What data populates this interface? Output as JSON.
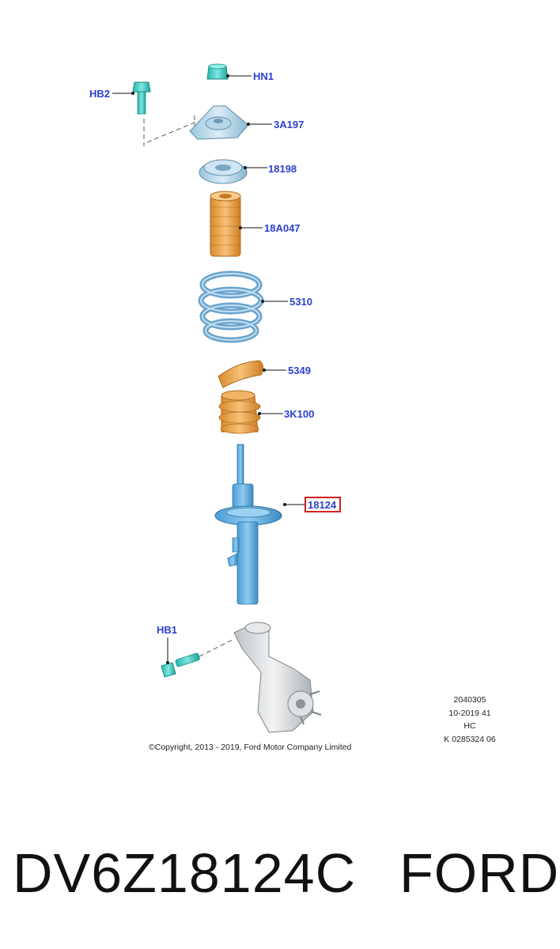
{
  "callouts": {
    "hn1": "HN1",
    "hb2": "HB2",
    "a3a197": "3A197",
    "p18198": "18198",
    "p18a047": "18A047",
    "p5310": "5310",
    "p5349": "5349",
    "p3k100": "3K100",
    "p18124": "18124",
    "hb1": "HB1"
  },
  "highlight_color": "#d21f1f",
  "callout_color": "#2a3fd0",
  "info_block": [
    "2040305",
    "10-2019 41",
    "HC",
    "K 0285324 06"
  ],
  "copyright": "©Copyright, 2013 - 2019, Ford Motor Company Limited",
  "caption": {
    "part_number": "DV6Z18124C",
    "brand": "FORD"
  }
}
